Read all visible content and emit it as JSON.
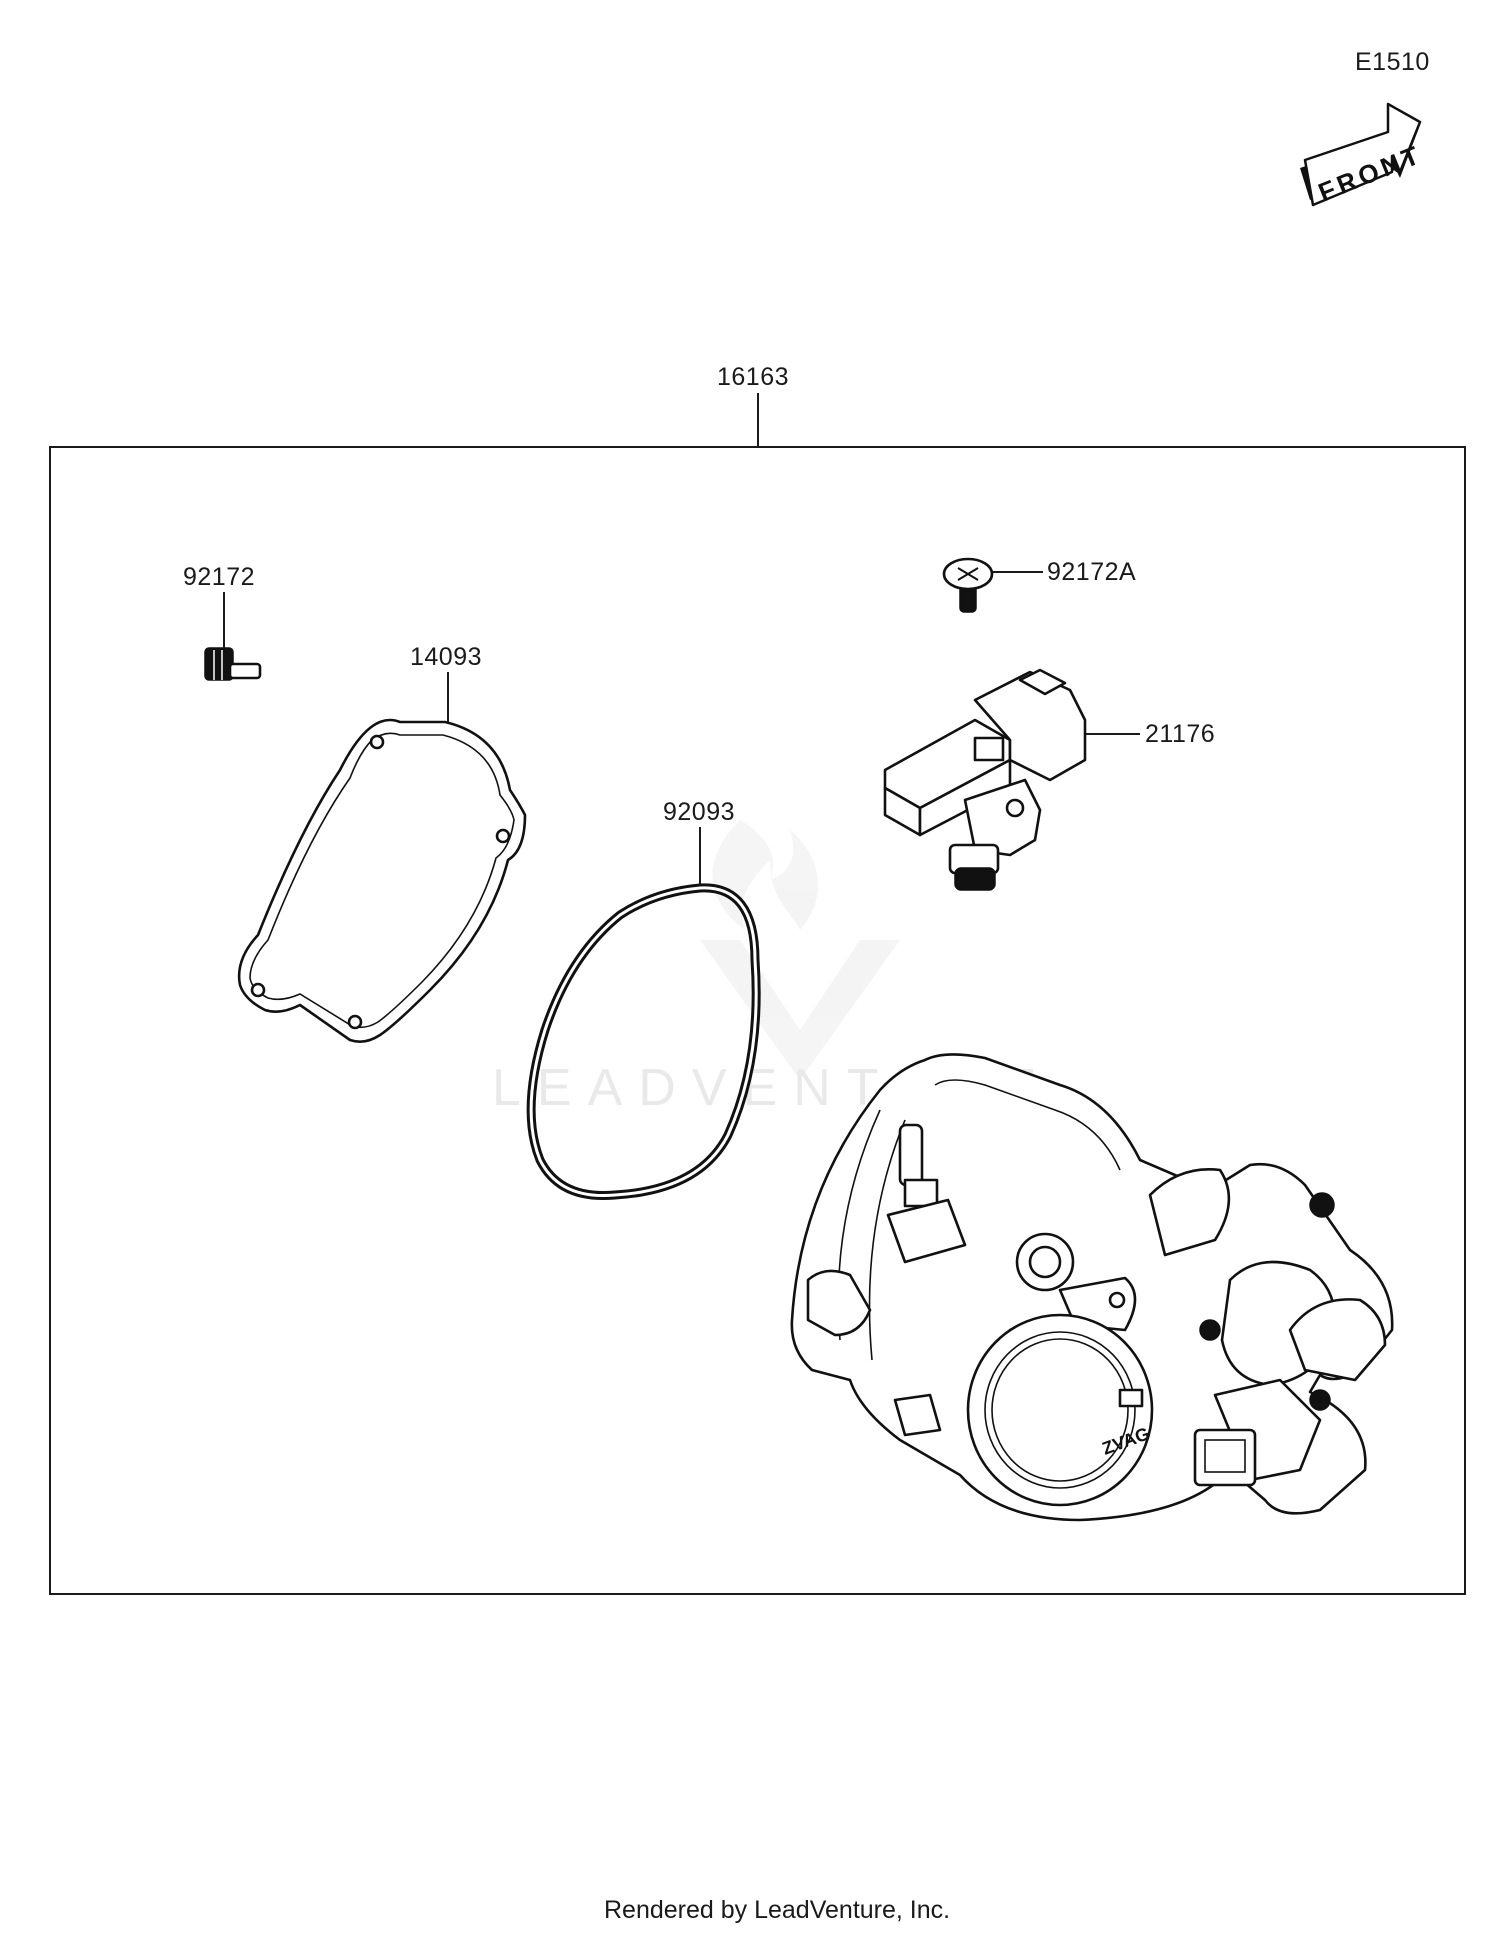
{
  "diagram": {
    "code": "E1510",
    "front_label": "FRONT",
    "assembly_part": "16163",
    "parts": [
      {
        "number": "92172"
      },
      {
        "number": "14093"
      },
      {
        "number": "92093"
      },
      {
        "number": "92172A"
      },
      {
        "number": "21176"
      }
    ],
    "footer": "Rendered by LeadVenture, Inc.",
    "watermark": "LEADVENTURE"
  }
}
